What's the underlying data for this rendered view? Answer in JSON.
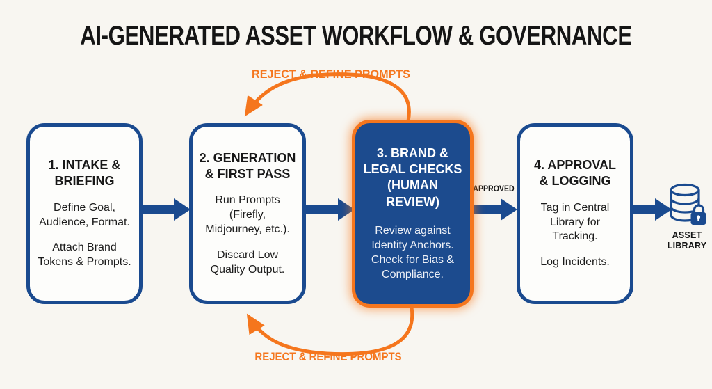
{
  "title": "AI-GENERATED ASSET WORKFLOW & GOVERNANCE",
  "loops": {
    "top_label": "REJECT & REFINE PROMPTS",
    "bottom_label": "REJECT & REFINE PROMPTS"
  },
  "flow": {
    "approved_label": "APPROVED"
  },
  "steps": [
    {
      "heading": "1. INTAKE &\nBRIEFING",
      "body": [
        "Define Goal,\nAudience, Format.",
        "Attach Brand\nTokens & Prompts."
      ]
    },
    {
      "heading": "2. GENERATION\n& FIRST PASS",
      "body": [
        "Run Prompts\n(Firefly,\nMidjourney, etc.).",
        "Discard Low\nQuality Output."
      ]
    },
    {
      "heading": "3. BRAND &\nLEGAL CHECKS\n(HUMAN\nREVIEW)",
      "body": [
        "Review against\nIdentity Anchors.\nCheck for Bias &\nCompliance."
      ]
    },
    {
      "heading": "4. APPROVAL\n& LOGGING",
      "body": [
        "Tag in Central\nLibrary for\nTracking.",
        "Log Incidents."
      ]
    }
  ],
  "asset_library": {
    "label": "ASSET\nLIBRARY",
    "icon": "database-lock-icon"
  },
  "colors": {
    "blue": "#1a4a8f",
    "orange": "#f5761d",
    "background": "#f8f6f1",
    "box_fill": "#fdfdfb",
    "highlight_fill": "#1c4b8e",
    "text": "#151515"
  }
}
